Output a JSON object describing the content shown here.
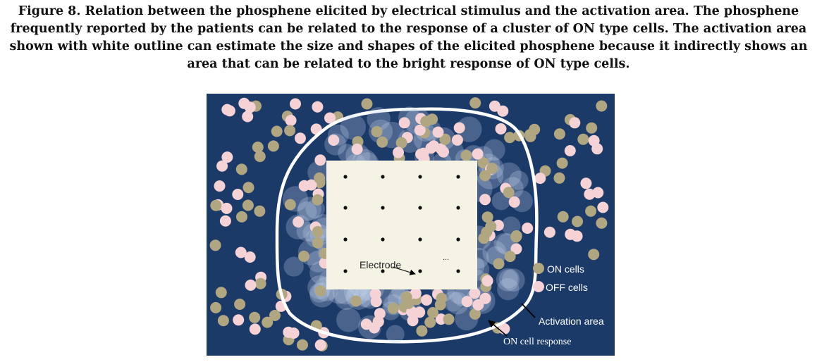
{
  "caption": {
    "label": "Figure 8.",
    "text": "Relation between the phosphene elicited by electrical stimulus and the activation area. The phosphene frequently reported by the patients can be related to the response of a cluster of ON type cells. The activation area shown with white outline can estimate the size and shapes of the elicited phosphene because it indirectly shows an area that can be related to the bright response of ON type cells."
  },
  "diagram": {
    "electrode_label": "Electrode",
    "ellipsis": "...",
    "legend": {
      "on_cells": "ON cells",
      "off_cells": "OFF cells"
    },
    "activation_area_label": "Activation area",
    "on_response_label": "ON cell response",
    "colors": {
      "background": "#1c3a68",
      "on_cell": "#b1a682",
      "off_cell": "#f4d2d6",
      "halo": "#c3d2e8",
      "electrode_array": "#f5f3e4",
      "electrode": "#111111",
      "outline": "#ffffff",
      "label_text": "#ffffff",
      "electrode_text": "#222222"
    },
    "icons": [
      "electrode-dot",
      "on-cell-dot",
      "off-cell-dot",
      "arrow"
    ]
  }
}
